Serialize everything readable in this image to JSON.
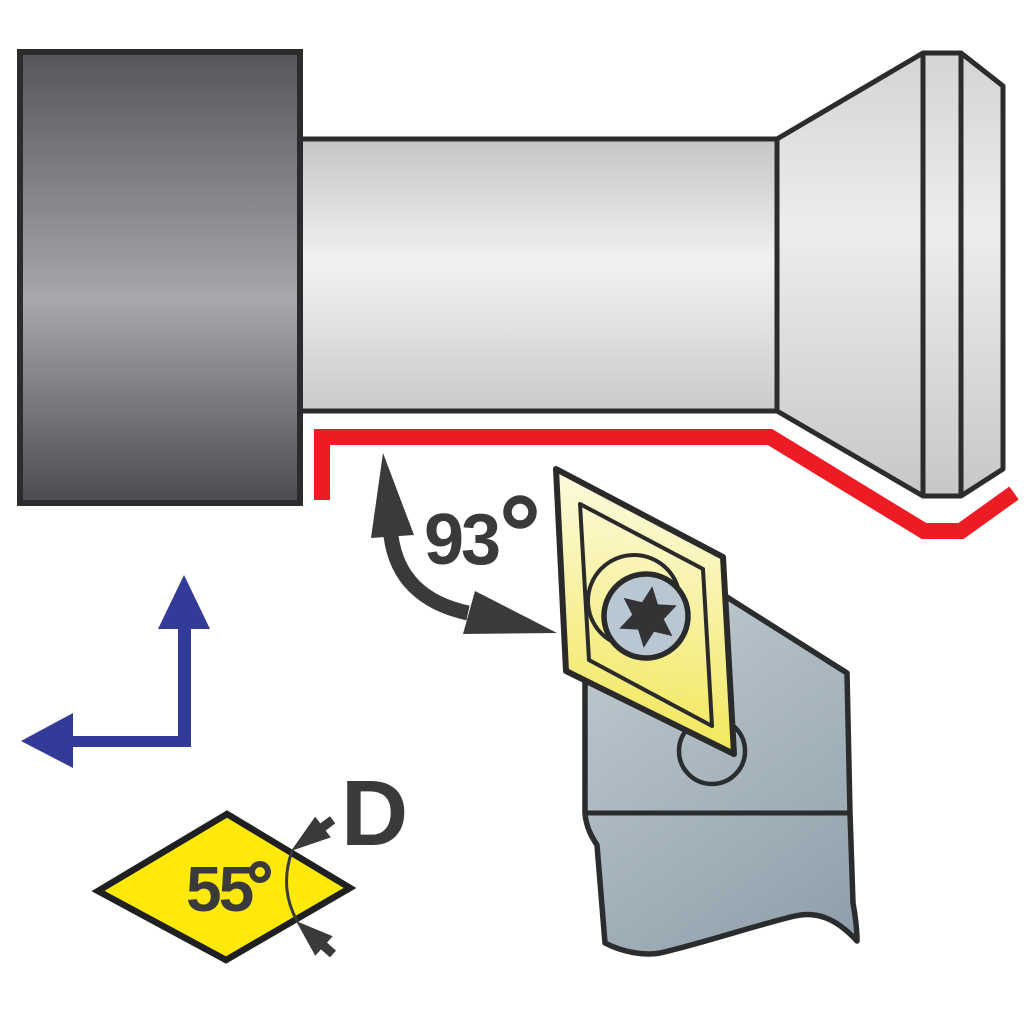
{
  "figure": {
    "lead_angle": {
      "label": "93°",
      "digits": "93"
    },
    "insert_symbol": {
      "shape_code": "D",
      "angle_label": "55°",
      "angle_digits": "55"
    }
  },
  "colors": {
    "cutting_path_red": "#ED1C24",
    "feed_arrow_blue": "#343A97",
    "annotation_dark": "#3A3A3C",
    "insert_symbol_yellow": "#FFE90A",
    "insert_face_yellow": "#F0E64E",
    "holder_gray_blue": "#90A0AA",
    "screw_head_blue_gray": "#B9C7D2",
    "outline_dark": "#2B2C2E"
  }
}
